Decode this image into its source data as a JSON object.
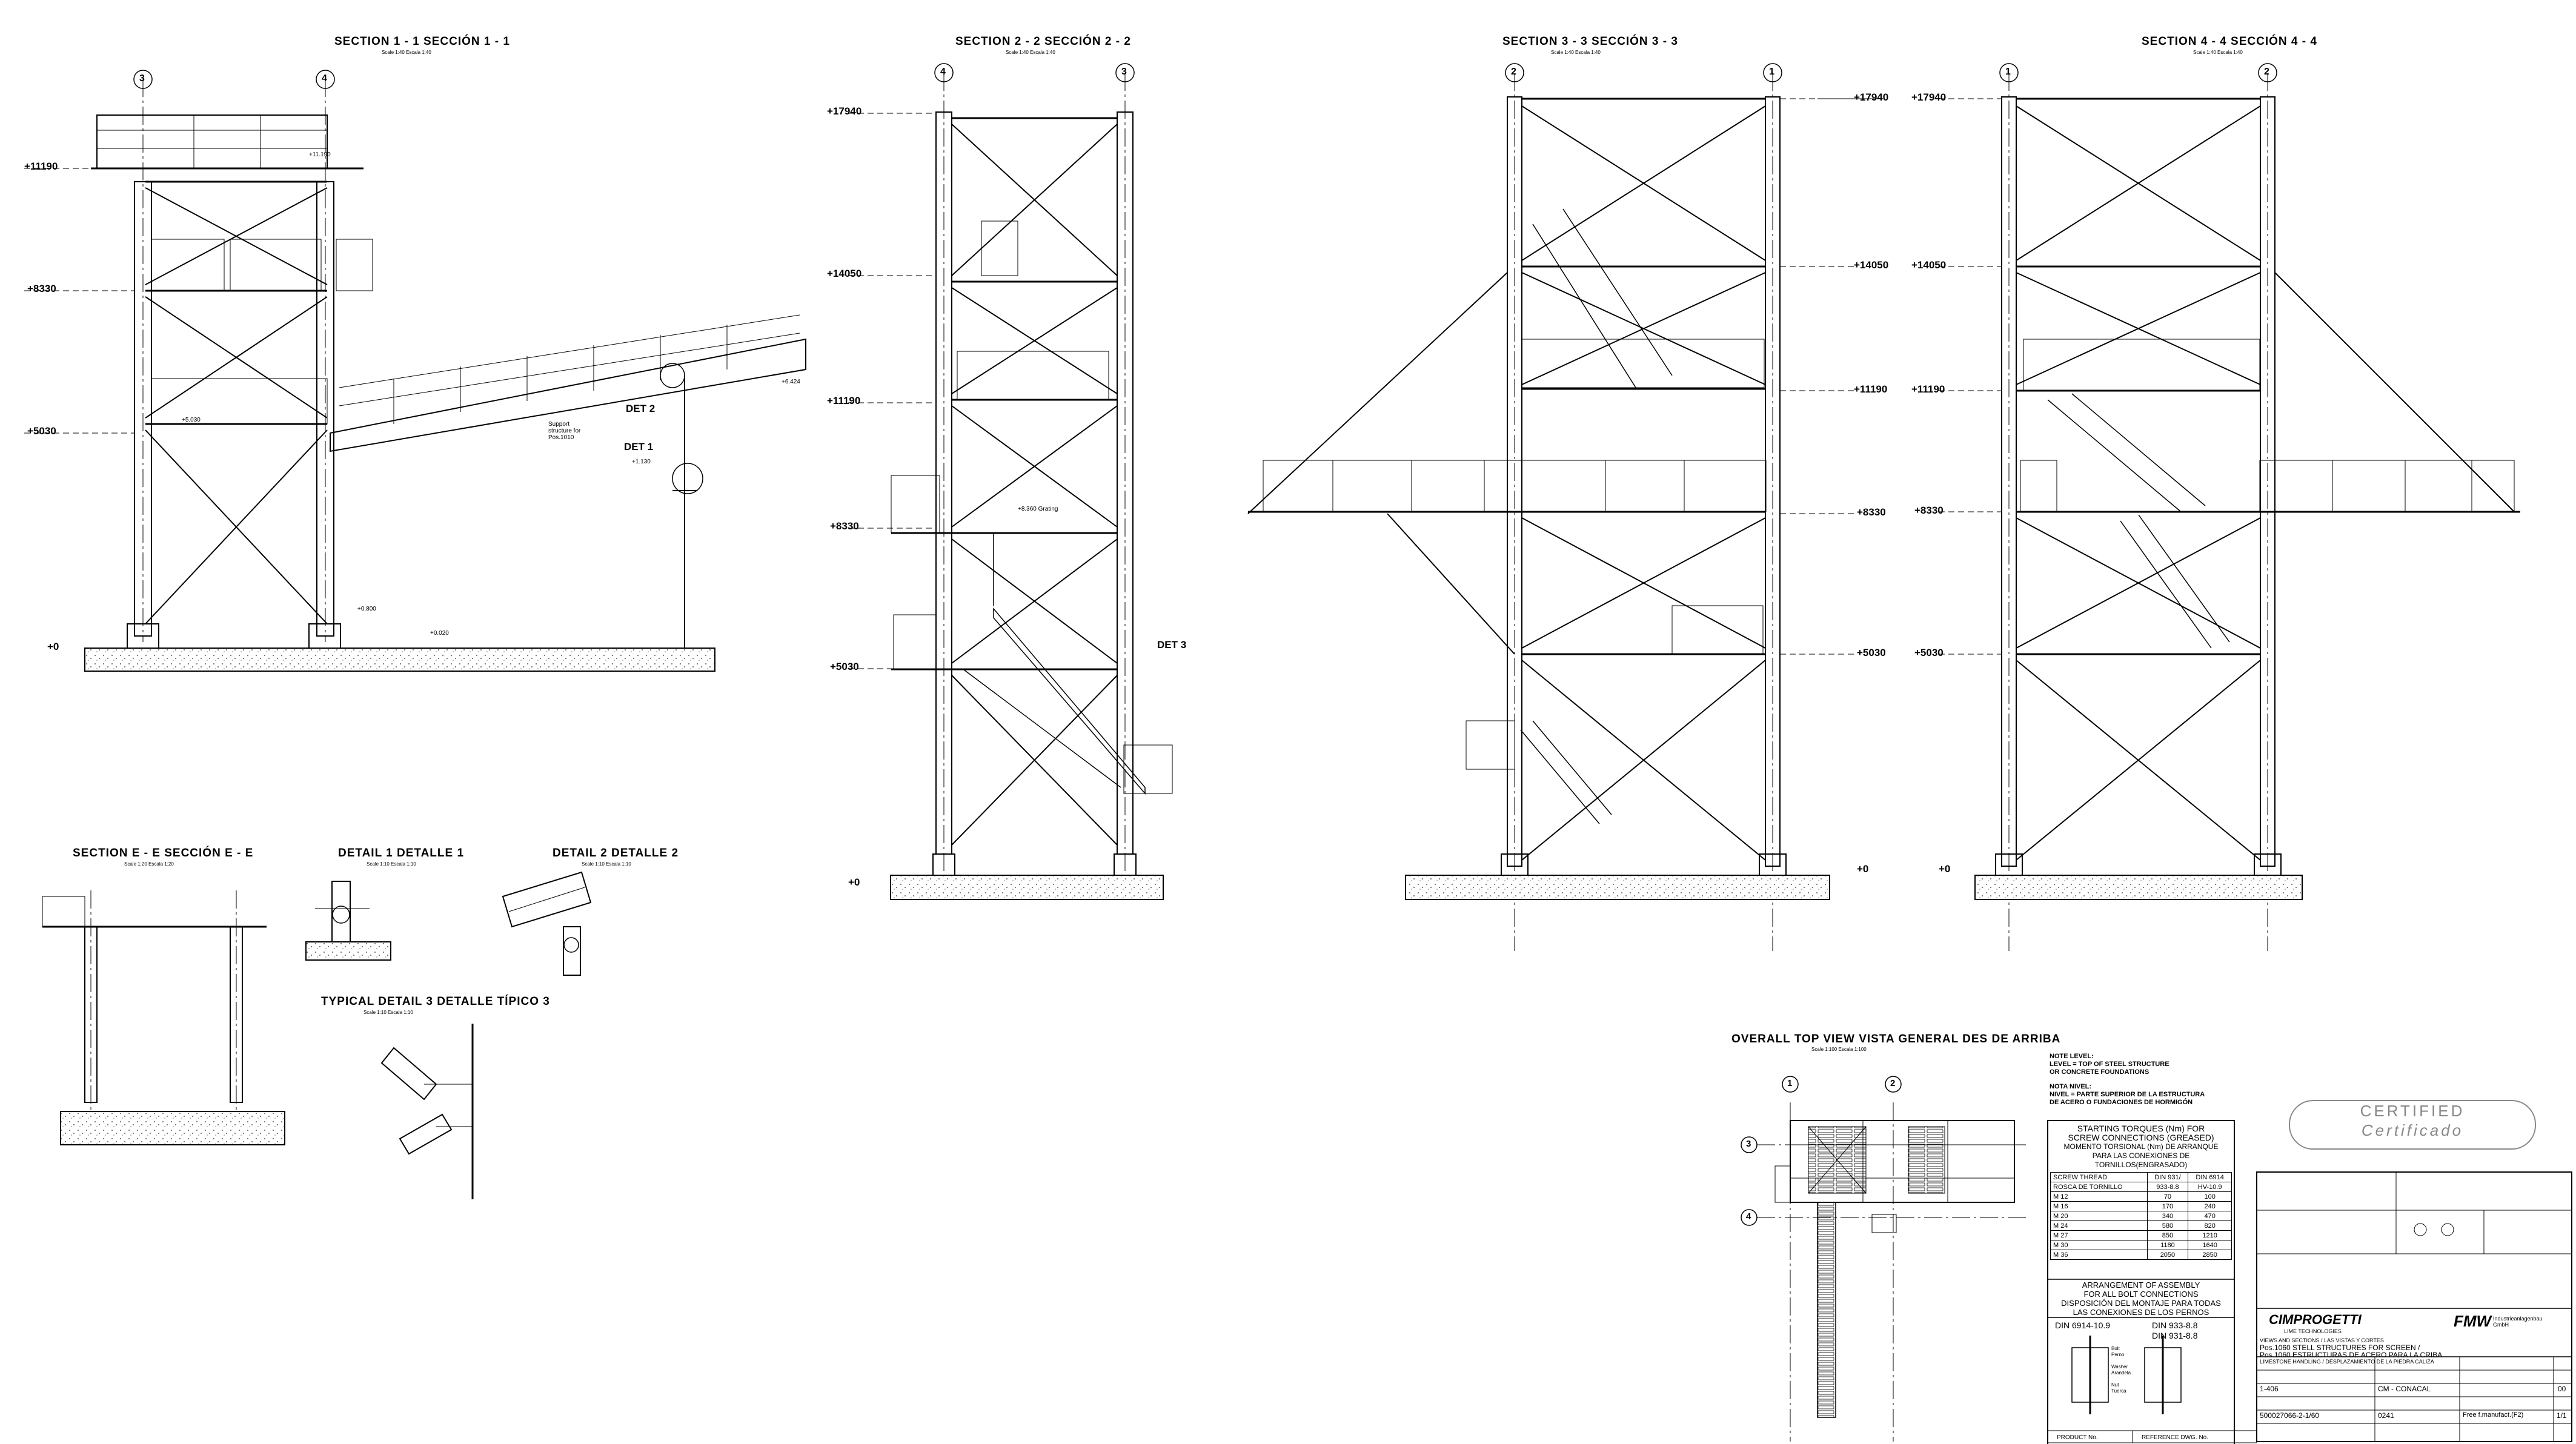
{
  "sections": {
    "s11": {
      "title": "SECTION  1 - 1   SECCIÓN  1 - 1",
      "scale": "Scale 1:40  Escala 1:40",
      "grid": [
        "3",
        "4"
      ]
    },
    "s22": {
      "title": "SECTION  2 - 2   SECCIÓN  2 - 2",
      "scale": "Scale 1:40  Escala 1:40",
      "grid": [
        "4",
        "3"
      ]
    },
    "s33": {
      "title": "SECTION  3 - 3   SECCIÓN  3 - 3",
      "scale": "Scale 1:40  Escala 1:40",
      "grid": [
        "2",
        "1"
      ]
    },
    "s44": {
      "title": "SECTION  4 - 4   SECCIÓN  4 - 4",
      "scale": "Scale 1:40  Escala 1:40",
      "grid": [
        "1",
        "2"
      ]
    },
    "see": {
      "title": "SECTION  E - E   SECCIÓN  E - E",
      "scale": "Scale 1:20  Escala 1:20"
    },
    "d1": {
      "title": "DETAIL 1   DETALLE 1",
      "scale": "Scale 1:10  Escala 1:10"
    },
    "d2": {
      "title": "DETAIL 2   DETALLE 2",
      "scale": "Scale 1:10  Escala 1:10"
    },
    "d3": {
      "title": "TYPICAL DETAIL 3      DETALLE TÍPICO 3",
      "scale": "Scale 1:10  Escala 1:10"
    },
    "top": {
      "title": "OVERALL TOP VIEW    VISTA GENERAL DES DE ARRIBA",
      "scale": "Scale 1:100  Escala 1:100",
      "grid": [
        "1",
        "2",
        "3",
        "4"
      ]
    }
  },
  "levels": {
    "s11": [
      "+11190",
      "+8330",
      "+5030",
      "+0"
    ],
    "s22": [
      "+17940",
      "+14050",
      "+11190",
      "+8330",
      "+5030",
      "+0"
    ],
    "s33": [
      "+17940",
      "+14050",
      "+11190",
      "+8330",
      "+5030",
      "+0"
    ],
    "s44": [
      "+17940",
      "+14050",
      "+11190",
      "+8330",
      "+5030",
      "+0"
    ]
  },
  "callouts": {
    "det1": "DET 1",
    "det2": "DET 2",
    "det3": "DET 3",
    "support": "Support structure for Pos.1010",
    "grating": "+8.360 Grating",
    "elev_a": "+11.190",
    "elev_b": "+5.030",
    "elev_c": "+0.800",
    "elev_d": "+0.020",
    "elev_e": "+1.130",
    "elev_f": "+6.424"
  },
  "notes": {
    "level_en": [
      "NOTE LEVEL:",
      "LEVEL = TOP OF STEEL STRUCTURE",
      "OR CONCRETE FOUNDATIONS"
    ],
    "level_es": [
      "NOTA NIVEL:",
      "NIVEL = PARTE SUPERIOR DE LA ESTRUCTURA",
      "DE ACERO O FUNDACIONES DE HORMIGÓN"
    ]
  },
  "torque": {
    "title": [
      "STARTING TORQUES (Nm) FOR",
      "SCREW CONNECTIONS (GREASED)",
      "MOMENTO TORSIONAL (Nm) DE ARRANQUE",
      "PARA LAS CONEXIONES DE TORNILLOS(ENGRASADO)"
    ],
    "head": [
      "SCREW THREAD",
      "DIN 931/",
      "DIN 6914"
    ],
    "head2": [
      "ROSCA DE TORNILLO",
      "933-8.8",
      "HV-10.9"
    ],
    "rows": [
      [
        "M 12",
        "70",
        "100"
      ],
      [
        "M 16",
        "170",
        "240"
      ],
      [
        "M 20",
        "340",
        "470"
      ],
      [
        "M 24",
        "580",
        "820"
      ],
      [
        "M 27",
        "850",
        "1210"
      ],
      [
        "M 30",
        "1180",
        "1640"
      ],
      [
        "M 36",
        "2050",
        "2850"
      ]
    ]
  },
  "assembly": {
    "title": [
      "ARRANGEMENT OF ASSEMBLY",
      "FOR ALL BOLT CONNECTIONS",
      "DISPOSICIÓN DEL MONTAJE PARA TODAS",
      "LAS CONEXIONES DE LOS PERNOS"
    ],
    "din_a": "DIN 6914-10.9",
    "din_b": "DIN 933-8.8",
    "din_c": "DIN 931-8.8",
    "labels": [
      "Bolt",
      "Perno",
      "Washer",
      "Arandela",
      "Nut",
      "Tuerca"
    ]
  },
  "cert": {
    "en": "CERTIFIED",
    "es": "Certificado"
  },
  "titleblock": {
    "company": "CIMPROGETTI",
    "company_sub": "LIME TECHNOLOGIES",
    "partner": "FMW",
    "partner_sub": "Industrieanlagenbau GmbH",
    "desc": [
      "VIEWS AND SECTIONS / LAS VISTAS Y CORTES",
      "Pos.1060 STELL STRUCTURES FOR SCREEN /",
      "Pos.1060 ESTRUCTURAS DE ACERO PARA LA CRIBA",
      "LIMESTONE HANDLING / DESPLAZAMIENTO DE LA PIEDRA CALIZA"
    ],
    "project": "1-406",
    "client": "CM - CONACAL",
    "drawing_no": "500027066-2-1/60",
    "sheet": "1/1",
    "rev": "00",
    "format": "0241",
    "status": "Free f.manufact.(F2)",
    "footer": [
      "PRODUCT No.",
      "REFERENCE DWG. No."
    ]
  }
}
